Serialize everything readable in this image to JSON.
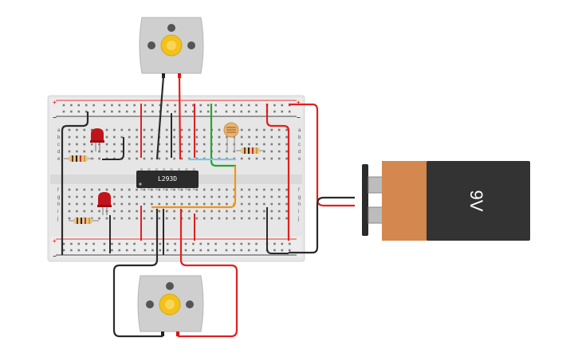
{
  "chip": {
    "label": "L293D"
  },
  "battery": {
    "label": "9V"
  },
  "rails": {
    "plus": "+",
    "minus": "−"
  },
  "row_letters_top": [
    "a",
    "b",
    "c",
    "d",
    "e"
  ],
  "row_letters_bottom": [
    "f",
    "g",
    "h",
    "i",
    "j"
  ],
  "colors": {
    "red_wire": "#e02020",
    "black_wire": "#2a2a2a",
    "green_wire": "#1faa2a",
    "orange_wire": "#f0941e",
    "blue_wire": "#7fc4e8",
    "breadboard": "#e6e6e6",
    "battery_body": "#333333",
    "battery_cap": "#d4874e",
    "motor": "#cfcfcf",
    "gear": "#f2c21b",
    "led": "#c0141a"
  }
}
